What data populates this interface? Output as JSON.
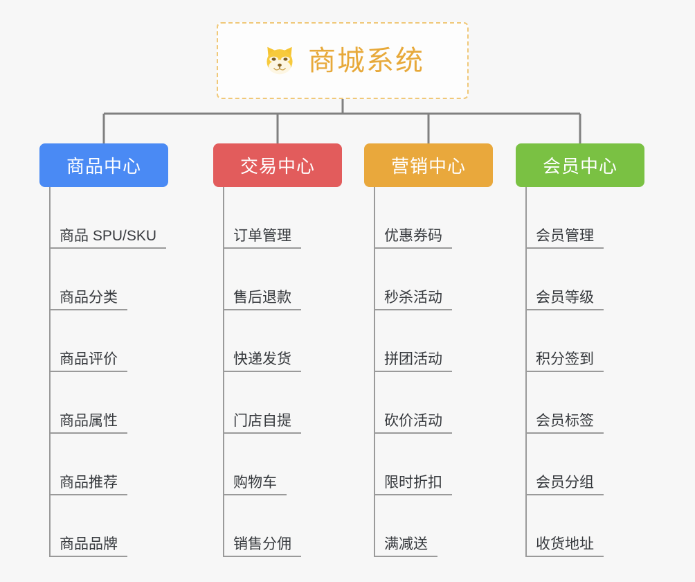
{
  "background_color": "#f7f7f7",
  "root": {
    "title": "商城系统",
    "icon": "shiba-dog-face-emoji",
    "title_color": "#e7a93a",
    "border_color": "#f0c878"
  },
  "connector_color": "#808080",
  "columns": [
    {
      "key": "product-center",
      "title": "商品中心",
      "color": "#4a8af4",
      "items": [
        "商品 SPU/SKU",
        "商品分类",
        "商品评价",
        "商品属性",
        "商品推荐",
        "商品品牌"
      ]
    },
    {
      "key": "trade-center",
      "title": "交易中心",
      "color": "#e25c5c",
      "items": [
        "订单管理",
        "售后退款",
        "快递发货",
        "门店自提",
        "购物车",
        "销售分佣"
      ]
    },
    {
      "key": "marketing-center",
      "title": "营销中心",
      "color": "#e9a83c",
      "items": [
        "优惠券码",
        "秒杀活动",
        "拼团活动",
        "砍价活动",
        "限时折扣",
        "满减送"
      ]
    },
    {
      "key": "member-center",
      "title": "会员中心",
      "color": "#7ac143",
      "items": [
        "会员管理",
        "会员等级",
        "积分签到",
        "会员标签",
        "会员分组",
        "收货地址"
      ]
    }
  ]
}
